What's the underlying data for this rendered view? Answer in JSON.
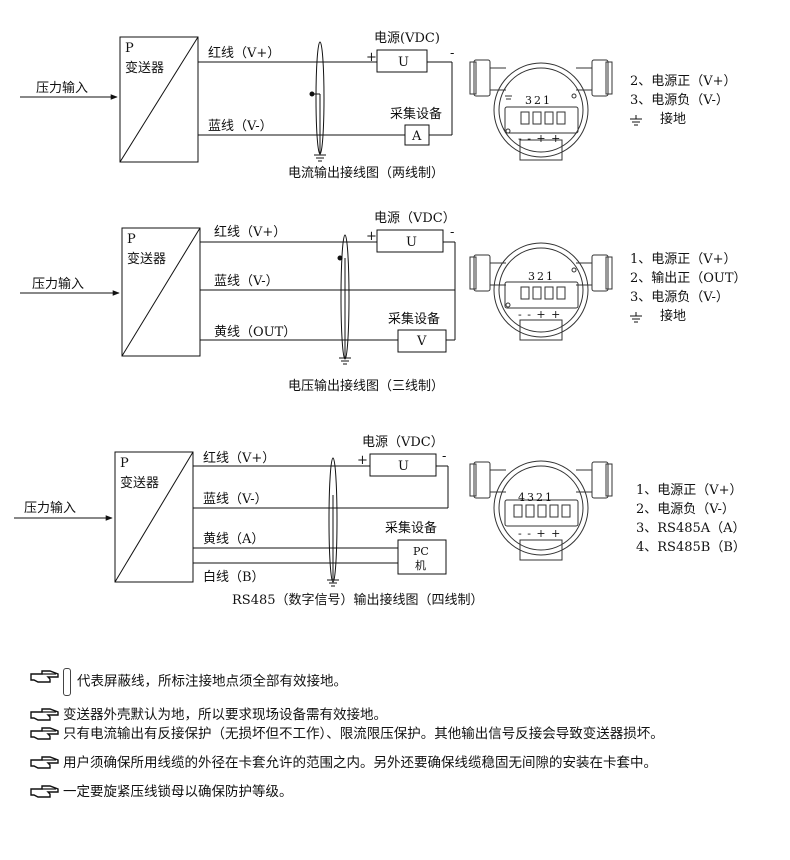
{
  "diagram1": {
    "input_label": "压力输入",
    "tx_p": "P",
    "tx_name": "变送器",
    "wire_red": "红线（V+）",
    "wire_blue": "蓝线（V-）",
    "power_label": "电源(VDC)",
    "power_symbol": "U",
    "plus": "+",
    "minus": "-",
    "device_label": "采集设备",
    "device_symbol": "A",
    "caption": "电流输出接线图（两线制）",
    "terminal_numbers": "321",
    "legend": [
      "2、电源正（V+）",
      "3、电源负（V-）",
      "接地"
    ]
  },
  "diagram2": {
    "input_label": "压力输入",
    "tx_p": "P",
    "tx_name": "变送器",
    "wire_red": "红线（V+）",
    "wire_blue": "蓝线（V-）",
    "wire_yellow": "黄线（OUT）",
    "power_label": "电源（VDC）",
    "power_symbol": "U",
    "plus": "+",
    "minus": "-",
    "device_label": "采集设备",
    "device_symbol": "V",
    "caption": "电压输出接线图（三线制）",
    "terminal_numbers": "321",
    "legend": [
      "1、电源正（V+）",
      "2、输出正（OUT）",
      "3、电源负（V-）",
      "接地"
    ]
  },
  "diagram3": {
    "input_label": "压力输入",
    "tx_p": "P",
    "tx_name": "变送器",
    "wire_red": "红线（V+）",
    "wire_blue": "蓝线（V-）",
    "wire_yellow": "黄线（A）",
    "wire_white": "白线（B）",
    "power_label": "电源（VDC）",
    "power_symbol": "U",
    "plus": "+",
    "minus": "-",
    "device_label": "采集设备",
    "device_symbol_1": "PC",
    "device_symbol_2": "机",
    "caption": "RS485（数字信号）输出接线图（四线制）",
    "terminal_numbers": "4321",
    "legend": [
      "1、电源正（V+）",
      "2、电源负（V-）",
      "3、RS485A（A）",
      "4、RS485B（B）"
    ]
  },
  "terminal_marks": "- - + +",
  "notes": [
    "代表屏蔽线，所标注接地点须全部有效接地。",
    "变送器外壳默认为地，所以要求现场设备需有效接地。",
    "只有电流输出有反接保护（无损坏但不工作）、限流限压保护。其他输出信号反接会导致变送器损坏。",
    "用户须确保所用线缆的外径在卡套允许的范围之内。另外还要确保线缆稳固无间隙的安装在卡套中。",
    "一定要旋紧压线锁母以确保防护等级。"
  ],
  "icons": {
    "note_bullet": "pointing-hand-icon",
    "shield": "shielded-cable-icon",
    "ground": "ground-icon"
  }
}
